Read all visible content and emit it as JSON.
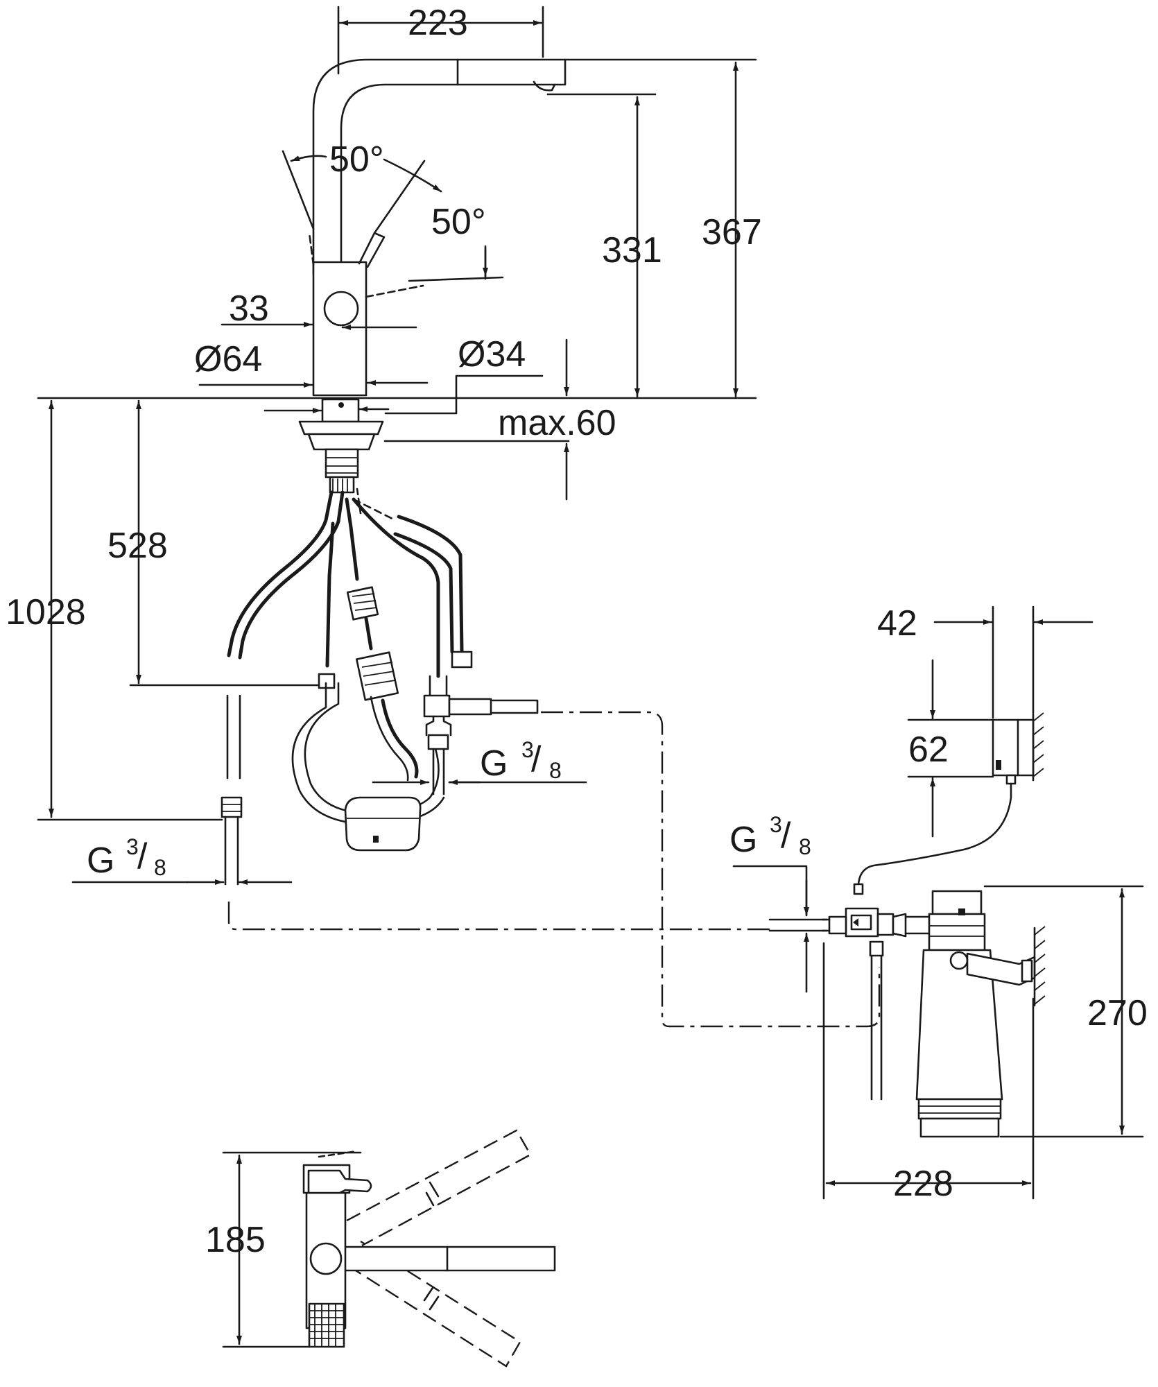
{
  "dimensions": {
    "width_top": "223",
    "angle_left": "50°",
    "angle_right": "50°",
    "height_331": "331",
    "height_367": "367",
    "lever_33": "33",
    "dia_64": "Ø64",
    "dia_34": "Ø34",
    "deck_max": "max.60",
    "hose_528": "528",
    "hose_1028": "1028",
    "thread_main": "G",
    "thread_mid": "G",
    "thread_valve": "G",
    "thread_frac_num": "3",
    "thread_frac_den": "8",
    "box_width": "42",
    "box_height": "62",
    "filter_height": "270",
    "filter_width": "228",
    "plan_height": "185"
  }
}
